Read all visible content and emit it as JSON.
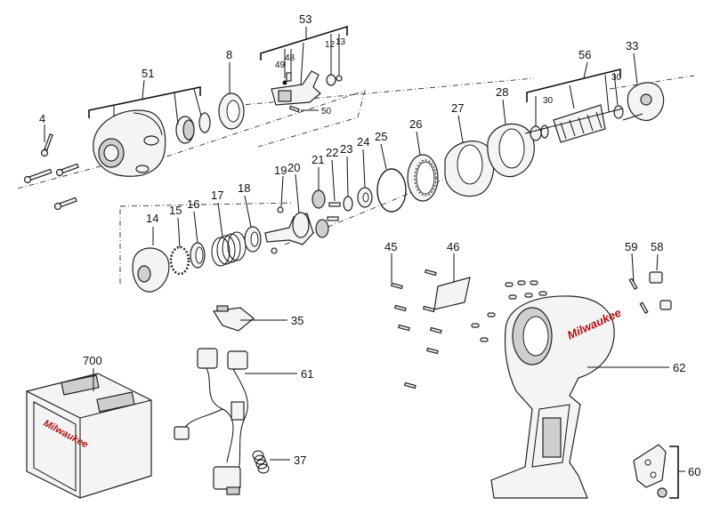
{
  "labels": {
    "p4": "4",
    "p8": "8",
    "p12": "12",
    "p13": "13",
    "p14": "14",
    "p15": "15",
    "p16": "16",
    "p17": "17",
    "p18": "18",
    "p19": "19",
    "p20": "20",
    "p21": "21",
    "p22": "22",
    "p23": "23",
    "p24": "24",
    "p25": "25",
    "p26": "26",
    "p27": "27",
    "p28": "28",
    "p30a": "30",
    "p30b": "30",
    "p33": "33",
    "p35": "35",
    "p37": "37",
    "p45": "45",
    "p46": "46",
    "p48": "48",
    "p49": "49",
    "p50": "50",
    "p51": "51",
    "p53": "53",
    "p56": "56",
    "p58": "58",
    "p59": "59",
    "p60": "60",
    "p61": "61",
    "p62": "62",
    "p700": "700"
  },
  "brand": {
    "logo_case": "Milwaukee",
    "logo_housing": "Milwaukee",
    "accent_color": "#b01212"
  }
}
